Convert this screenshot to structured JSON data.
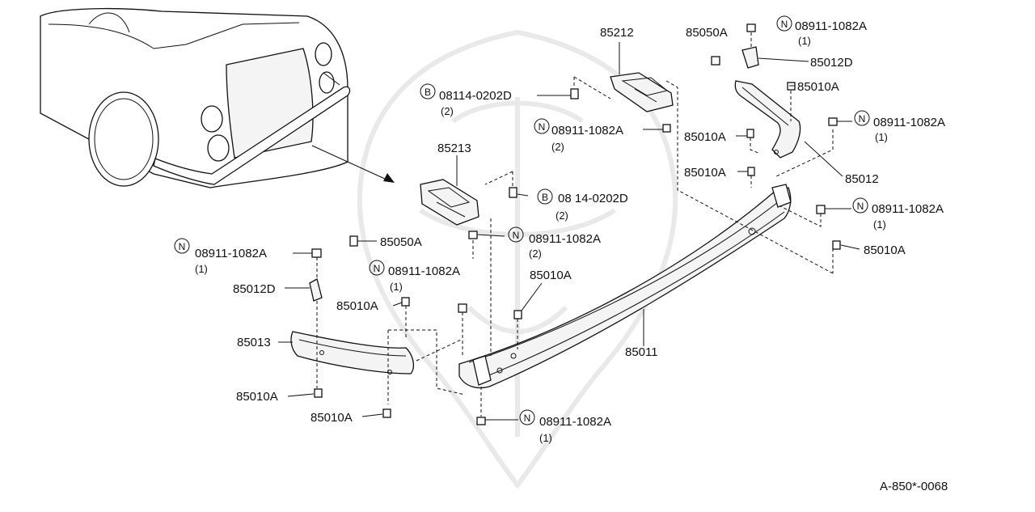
{
  "diagram": {
    "callouts": {
      "p85212": "85212",
      "p85050a_top": "85050A",
      "n_top_code": "08911-1082A",
      "n_top_qty": "(1)",
      "p85012d_top": "85012D",
      "p85010a_1": "85010A",
      "b_top_code": "08114-0202D",
      "b_top_qty": "(2)",
      "n_upper_mid_code": "08911-1082A",
      "n_upper_mid_qty": "(2)",
      "n_right_code": "08911-1082A",
      "n_right_qty": "(1)",
      "p85010a_2": "85010A",
      "p85213": "85213",
      "p85010a_3": "85010A",
      "p85012": "85012",
      "b_mid_code": "08 14-0202D",
      "b_mid_qty": "(2)",
      "n_right_low_code": "08911-1082A",
      "n_right_low_qty": "(1)",
      "n_mid_code": "08911-1082A",
      "n_mid_qty": "(2)",
      "p85010a_4": "85010A",
      "n_left_code": "08911-1082A",
      "n_left_qty": "(1)",
      "p85050a_left": "85050A",
      "n_center_code": "08911-1082A",
      "n_center_qty": "(1)",
      "p85010a_5": "85010A",
      "p85012d_left": "85012D",
      "p85010a_6": "85010A",
      "p85013": "85013",
      "p85011": "85011",
      "p85010a_7": "85010A",
      "p85010a_8": "85010A",
      "n_bottom_code": "08911-1082A",
      "n_bottom_qty": "(1)"
    },
    "symbols": {
      "nut": "N",
      "bolt": "B"
    },
    "ref_code": "A-850*-0068"
  }
}
